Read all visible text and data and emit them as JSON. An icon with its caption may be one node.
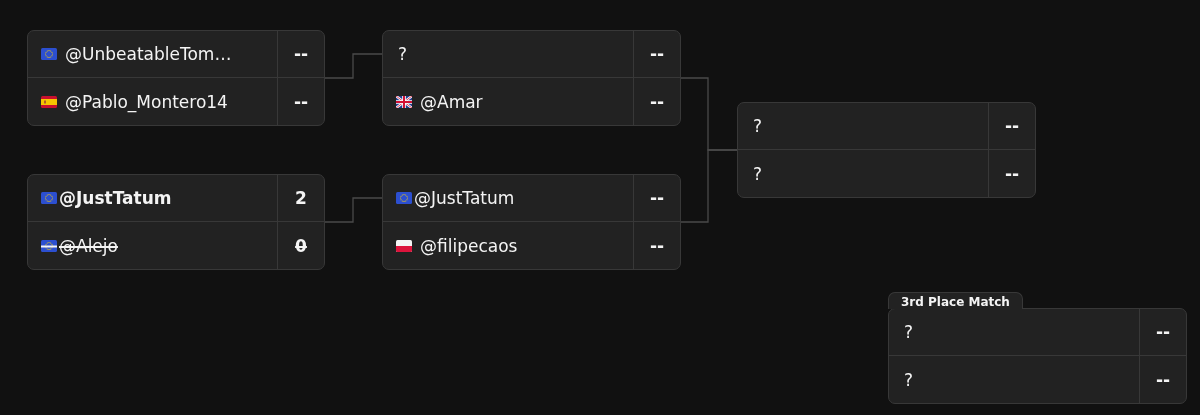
{
  "diagram": {
    "nodes": [
      {
        "text": [],
        "shape": "box"
      },
      {
        "text": [
          "@UnbeatableTom…"
        ],
        "in": 0
      },
      {
        "text": [
          "--"
        ],
        "in": 0
      },
      {
        "text": [
          "@Pablo_Montero14"
        ],
        "in": 0
      },
      {
        "text": [
          "--"
        ],
        "in": 0
      },
      {
        "text": [],
        "shape": "box"
      },
      {
        "text": [
          "@JustTatum"
        ],
        "in": 5
      },
      {
        "text": [
          "2"
        ],
        "in": 5
      },
      {
        "text": [
          "@Alejo"
        ],
        "in": 5
      },
      {
        "text": [
          "0"
        ],
        "in": 5
      },
      {
        "text": [],
        "shape": "box"
      },
      {
        "text": [
          "?"
        ],
        "in": 10
      },
      {
        "text": [
          "--"
        ],
        "in": 10
      },
      {
        "text": [
          "@Amar"
        ],
        "in": 10
      },
      {
        "text": [
          "--"
        ],
        "in": 10
      },
      {
        "text": [],
        "shape": "box"
      },
      {
        "text": [
          "@JustTatum"
        ],
        "in": 15
      },
      {
        "text": [
          "--"
        ],
        "in": 15
      },
      {
        "text": [
          "@filipecaos"
        ],
        "in": 15
      },
      {
        "text": [
          "--"
        ],
        "in": 15
      },
      {
        "text": [],
        "shape": "box"
      },
      {
        "text": [
          "?"
        ],
        "in": 20
      },
      {
        "text": [
          "--"
        ],
        "in": 20
      },
      {
        "text": [
          "?"
        ],
        "in": 20
      },
      {
        "text": [
          "--"
        ],
        "in": 20
      },
      {
        "text": [
          "3rd Place Match"
        ]
      },
      {
        "text": [
          "?"
        ],
        "in": 25
      },
      {
        "text": [
          "--"
        ],
        "in": 25
      },
      {
        "text": [
          "?"
        ],
        "in": 25
      },
      {
        "text": [
          "--"
        ],
        "in": 25
      }
    ],
    "edges": [
      {
        "from": 0,
        "to": 10,
        "arrow": "none"
      },
      {
        "from": 5,
        "to": 15,
        "arrow": "none"
      },
      {
        "from": 10,
        "to": 20,
        "arrow": "none"
      },
      {
        "from": 15,
        "to": 20,
        "arrow": "none"
      }
    ]
  }
}
